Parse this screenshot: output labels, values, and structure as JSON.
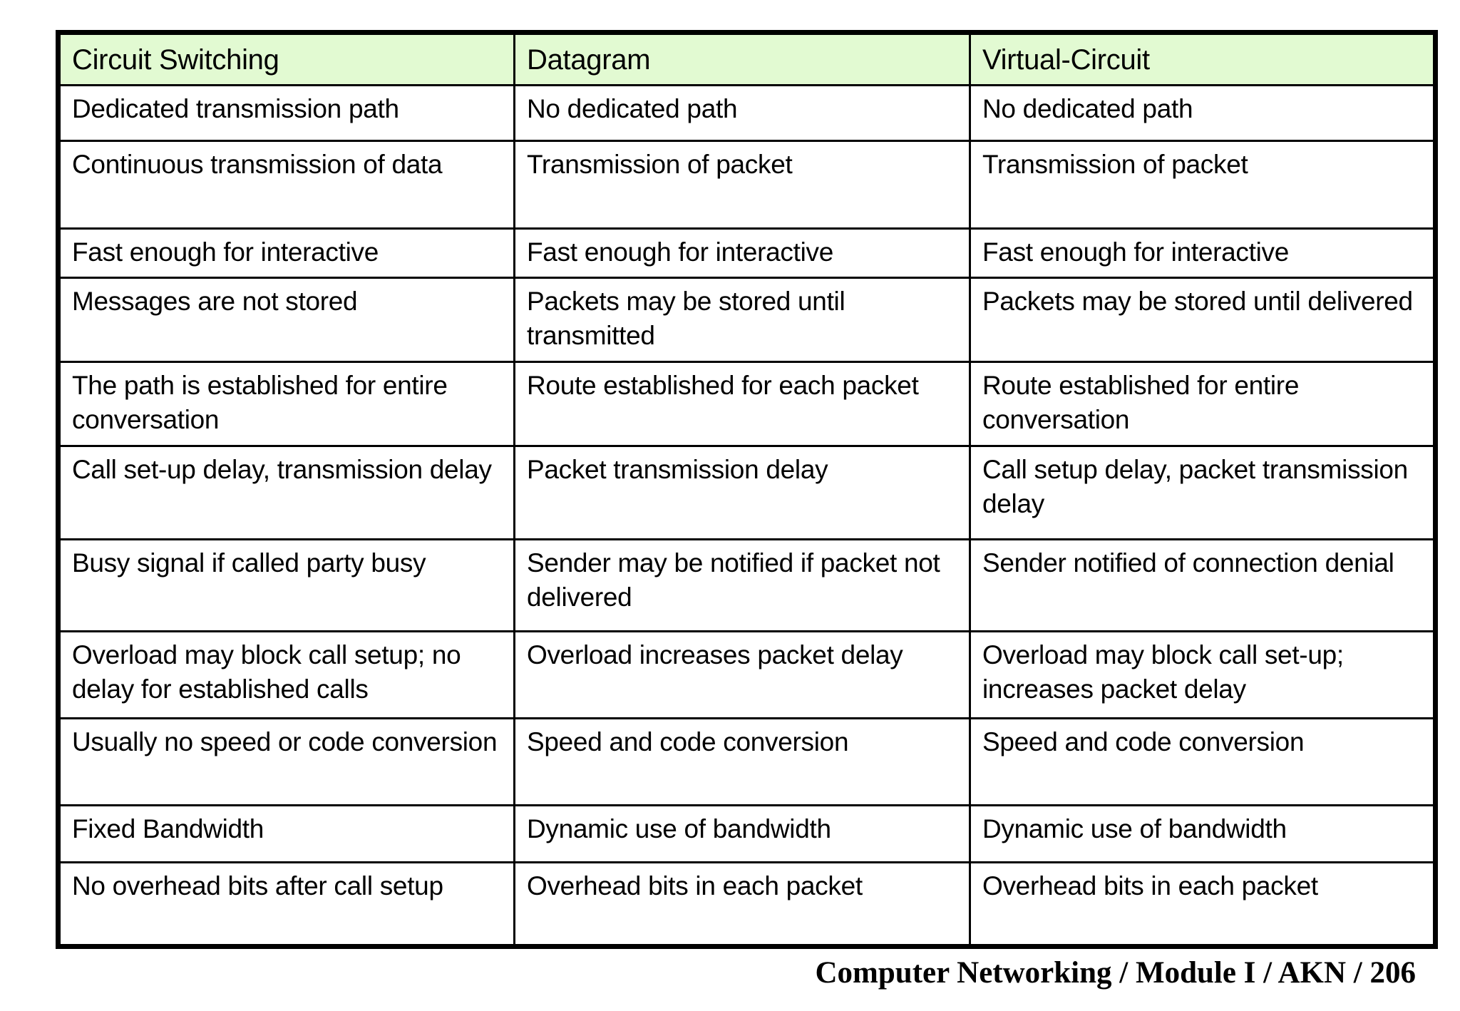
{
  "slide": {
    "background_color": "#ffffff",
    "footer_text": "Computer Networking / Module I / AKN / 206"
  },
  "table": {
    "header_background": "#e2fad2",
    "border_color": "#000000",
    "columns": [
      "Circuit Switching",
      "Datagram",
      "Virtual-Circuit"
    ],
    "rows": [
      [
        "Dedicated transmission path",
        "No dedicated path",
        "No dedicated path"
      ],
      [
        "Continuous transmission of data",
        "Transmission of packet",
        "Transmission of packet"
      ],
      [
        "Fast enough for interactive",
        "Fast enough for interactive",
        "Fast enough for interactive"
      ],
      [
        "Messages are not stored",
        "Packets may be stored until transmitted",
        "Packets may be stored until delivered"
      ],
      [
        "The path is established for entire conversation",
        "Route established for each packet",
        "Route established for entire conversation"
      ],
      [
        "Call set-up delay, transmission delay",
        "Packet transmission delay",
        "Call setup delay, packet transmission delay"
      ],
      [
        "Busy signal if called party busy",
        "Sender may be notified if packet not delivered",
        "Sender notified of connection denial"
      ],
      [
        "Overload may block call setup; no delay for established calls",
        "Overload increases packet delay",
        "Overload may block call set-up; increases packet delay"
      ],
      [
        "Usually no speed or code conversion",
        "Speed and code conversion",
        "Speed and code conversion"
      ],
      [
        "Fixed Bandwidth",
        "Dynamic use of bandwidth",
        "Dynamic use of bandwidth"
      ],
      [
        "No overhead bits after call setup",
        "Overhead bits in each packet",
        "Overhead bits in each packet"
      ]
    ]
  }
}
